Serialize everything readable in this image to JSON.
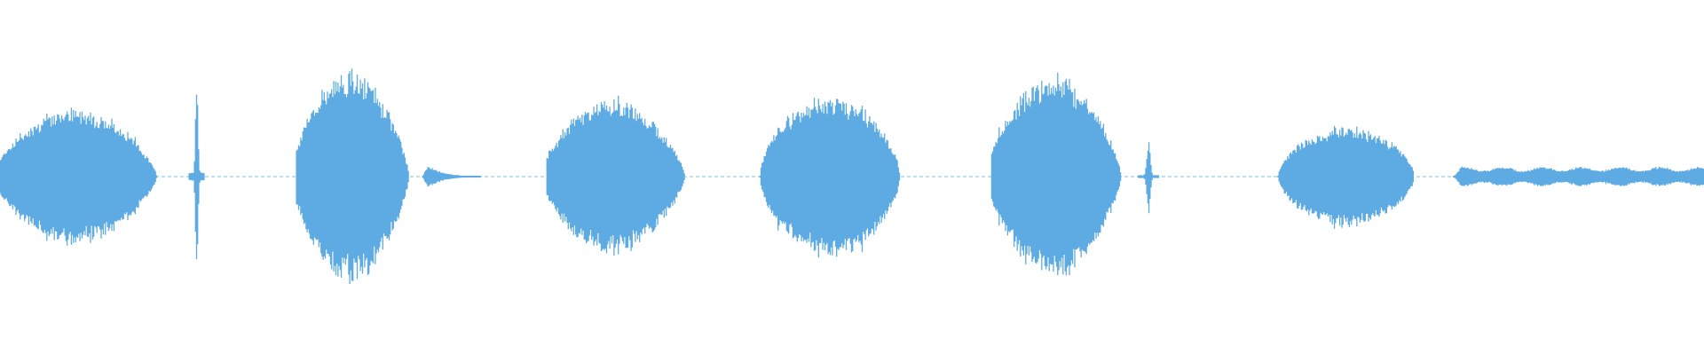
{
  "waveform": {
    "color": "#5dabe2",
    "background": "#ffffff",
    "segments": [
      {
        "start": 0.0,
        "end": 0.092,
        "peak": 0.48,
        "shape": "swell"
      },
      {
        "start": 0.111,
        "end": 0.12,
        "peak": 0.72,
        "shape": "spike"
      },
      {
        "start": 0.174,
        "end": 0.24,
        "peak": 0.73,
        "shape": "swell"
      },
      {
        "start": 0.248,
        "end": 0.282,
        "peak": 0.12,
        "shape": "decay"
      },
      {
        "start": 0.321,
        "end": 0.402,
        "peak": 0.54,
        "shape": "swell"
      },
      {
        "start": 0.446,
        "end": 0.528,
        "peak": 0.56,
        "shape": "round"
      },
      {
        "start": 0.582,
        "end": 0.658,
        "peak": 0.7,
        "shape": "swell"
      },
      {
        "start": 0.668,
        "end": 0.68,
        "peak": 0.26,
        "shape": "spike"
      },
      {
        "start": 0.75,
        "end": 0.83,
        "peak": 0.35,
        "shape": "round"
      },
      {
        "start": 0.853,
        "end": 1.0,
        "peak": 0.07,
        "shape": "flat"
      }
    ]
  }
}
